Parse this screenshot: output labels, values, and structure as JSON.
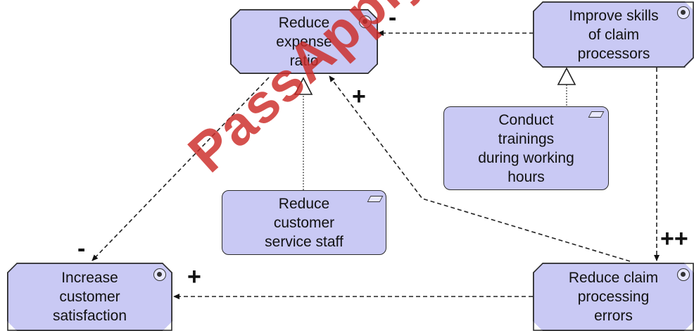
{
  "nodes": {
    "reduce_expense": "Reduce\nexpense\nratio",
    "improve_skills": "Improve skills\nof claim\nprocessors",
    "conduct_trainings": "Conduct\ntrainings\nduring working\nhours",
    "reduce_staff": "Reduce\ncustomer\nservice staff",
    "increase_satisfaction": "Increase\ncustomer\nsatisfaction",
    "reduce_errors": "Reduce claim\nprocessing\nerrors"
  },
  "influence_signs": {
    "skills_to_expense": "-",
    "errors_to_expense": "+",
    "expense_to_satisfaction": "-",
    "errors_to_satisfaction": "+",
    "skills_to_errors": "++"
  },
  "watermark": "PassApply.com",
  "colors": {
    "node_fill": "#c9c9f4",
    "stroke": "#2b2b2b",
    "watermark": "#cc2b28"
  }
}
